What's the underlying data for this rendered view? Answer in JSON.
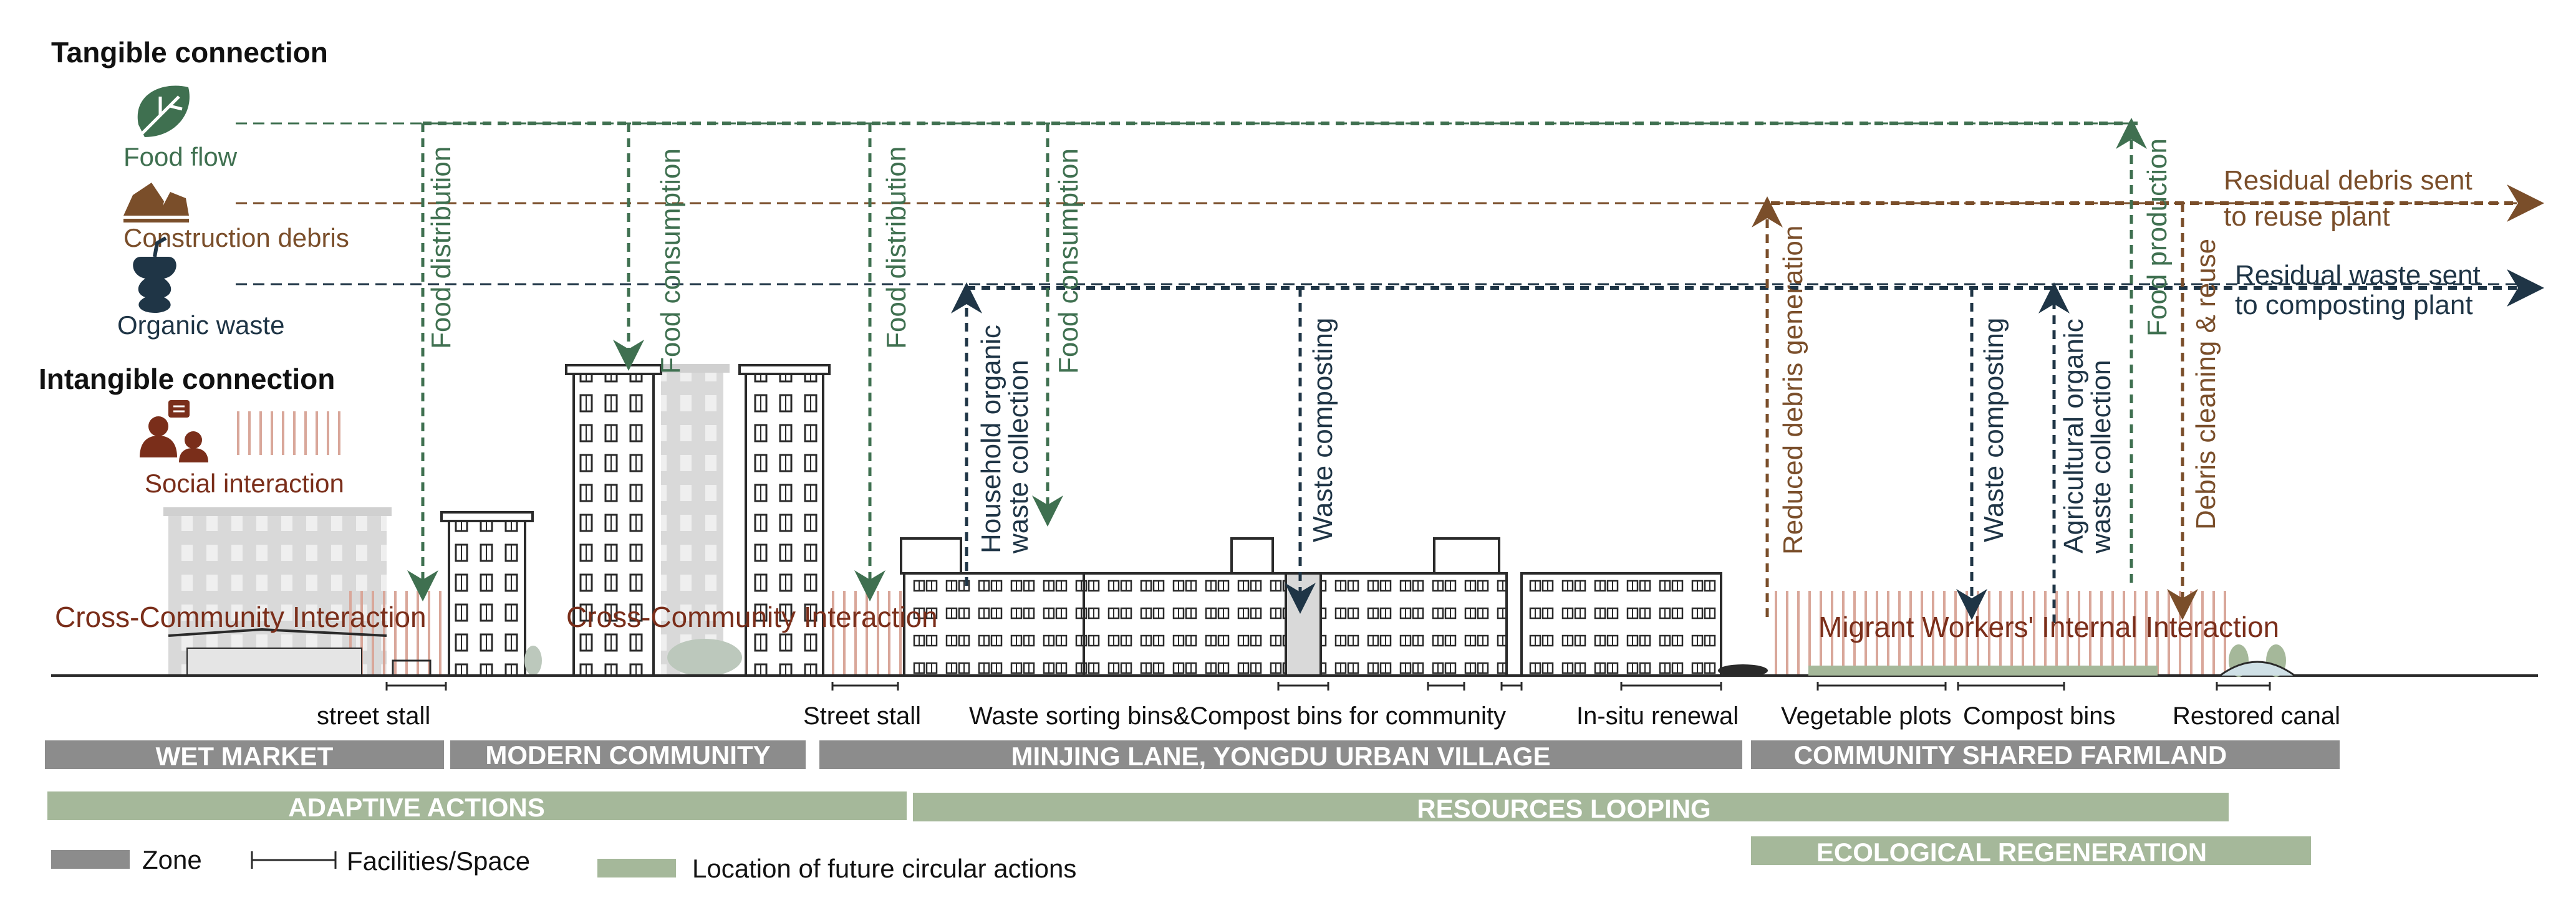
{
  "colors": {
    "food": "#3f7050",
    "debris": "#7a4e2a",
    "waste": "#1f3546",
    "social": "#7a2e1a",
    "zone_bar": "#8c8c8c",
    "action_bar": "#a5b89a",
    "building_ghost": "#d9d9d9",
    "building_line": "#2a2a2a"
  },
  "legend": {
    "tangible_title": "Tangible connection",
    "food_flow": "Food flow",
    "construction_debris": "Construction debris",
    "organic_waste": "Organic waste",
    "intangible_title": "Intangible connection",
    "social_interaction": "Social interaction",
    "icons": [
      "leaf-icon",
      "debris-icon",
      "apple-core-icon",
      "people-talking-icon"
    ]
  },
  "flow_labels": {
    "food_distribution_1": "Food distribution",
    "food_consumption_1": "Food consumption",
    "food_distribution_2": "Food distribution",
    "food_consumption_2": "Food consumption",
    "household_waste": "Household organic waste collection",
    "waste_composting_1": "Waste composting",
    "reduced_debris": "Reduced debris generation",
    "waste_composting_2": "Waste composting",
    "agricultural_waste": "Agricultural organic waste collection",
    "food_production": "Food production",
    "debris_cleaning": "Debris cleaning & reuse",
    "residual_debris_line1": "Residual debris sent",
    "residual_debris_line2": "to reuse plant",
    "residual_waste_line1": "Residual waste sent",
    "residual_waste_line2": "to composting plant"
  },
  "interactions": {
    "cross_community_1": "Cross-Community Interaction",
    "cross_community_2": "Cross-Community Interaction",
    "migrant_workers": "Migrant Workers' Internal Interaction"
  },
  "facilities": {
    "street_stall_1": "street stall",
    "street_stall_2": "Street stall",
    "waste_sorting": "Waste sorting bins&Compost bins for community",
    "in_situ": "In-situ renewal",
    "vegetable": "Vegetable plots",
    "compost_bins": "Compost bins",
    "restored_canal": "Restored canal"
  },
  "zones": {
    "wet_market": "WET MARKET",
    "modern_community": "MODERN COMMUNITY",
    "urban_village": "MINJING LANE, YONGDU URBAN VILLAGE",
    "farmland": "COMMUNITY SHARED FARMLAND"
  },
  "actions": {
    "adaptive": "ADAPTIVE ACTIONS",
    "resources": "RESOURCES LOOPING",
    "ecological": "ECOLOGICAL REGENERATION"
  },
  "key": {
    "zone": "Zone",
    "facilities": "Facilities/Space",
    "future": "Location of future circular actions"
  }
}
